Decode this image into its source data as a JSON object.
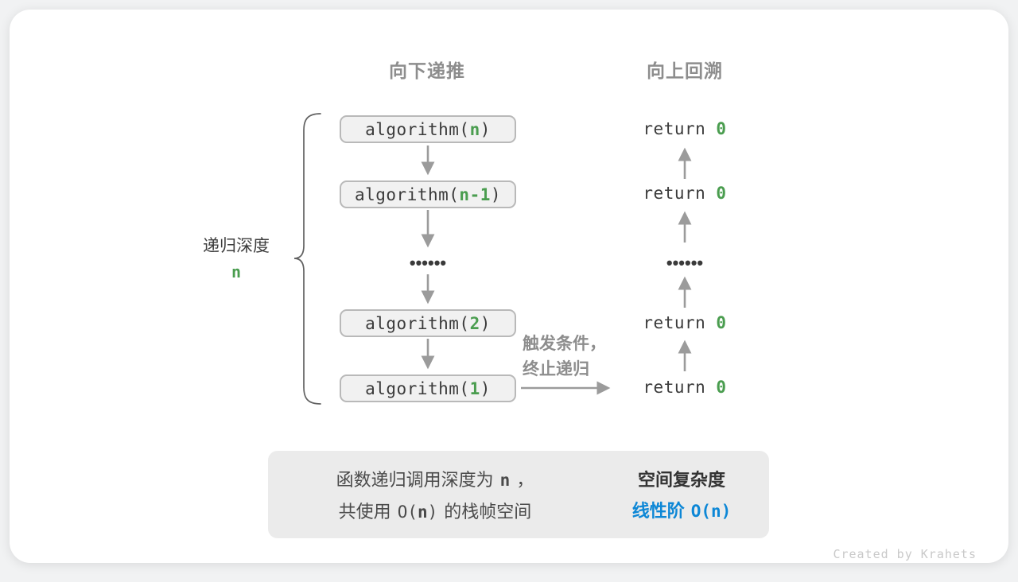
{
  "colors": {
    "accent_green": "#4a9d4f",
    "accent_blue": "#0d87d6",
    "arrow_gray": "#9b9b9b",
    "header_gray": "#8d8d8d",
    "box_fill": "#f1f1f1",
    "box_border": "#b9b9b9",
    "summary_fill": "#ebebeb"
  },
  "headers": {
    "descend": "向下递推",
    "ascend": "向上回溯"
  },
  "depth": {
    "label": "递归深度",
    "value": "n"
  },
  "stack": {
    "calls": [
      {
        "pre": "algorithm(",
        "arg": "n",
        "post": ")"
      },
      {
        "pre": "algorithm(",
        "arg": "n-1",
        "post": ")"
      },
      {
        "pre": "algorithm(",
        "arg": "2",
        "post": ")"
      },
      {
        "pre": "algorithm(",
        "arg": "1",
        "post": ")"
      }
    ],
    "ellipsis": "••••••",
    "returns": [
      {
        "keyword": "return ",
        "value": "0"
      },
      {
        "keyword": "return ",
        "value": "0"
      },
      {
        "keyword": "return ",
        "value": "0"
      },
      {
        "keyword": "return ",
        "value": "0"
      }
    ]
  },
  "trigger": {
    "line1": "触发条件，",
    "line2": "终止递归"
  },
  "summary": {
    "l1a": "函数递归调用深度为",
    "l1b": "n",
    "l1c": "，",
    "l2a": "共使用",
    "l2b": "O(",
    "l2c": "n",
    "l2d": ")",
    "l2e": "的栈帧空间",
    "title": "空间复杂度",
    "result_label": "线性阶",
    "result_b": "O(",
    "result_c": "n",
    "result_d": ")"
  },
  "footer": {
    "credit": "Created by Krahets"
  }
}
